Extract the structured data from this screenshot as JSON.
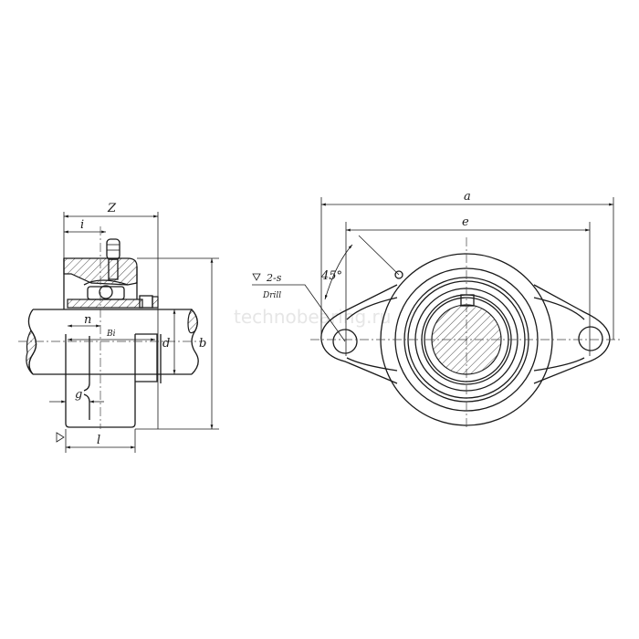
{
  "drawing": {
    "title": "2-bolt flange bearing unit dimension drawing",
    "side_view": {
      "labels": {
        "Z": "Z",
        "i": "i",
        "n": "n",
        "Bi": "Bi",
        "d": "d",
        "b": "b",
        "g": "g",
        "l": "l"
      }
    },
    "front_view": {
      "labels": {
        "a": "a",
        "e": "e",
        "angle": "45°",
        "holes": "2-s",
        "drill": "Drill"
      }
    },
    "watermark": "technobearing.ru",
    "colors": {
      "line": "#1a1a1a",
      "background": "#ffffff",
      "watermark": "#e6e6e6"
    }
  }
}
